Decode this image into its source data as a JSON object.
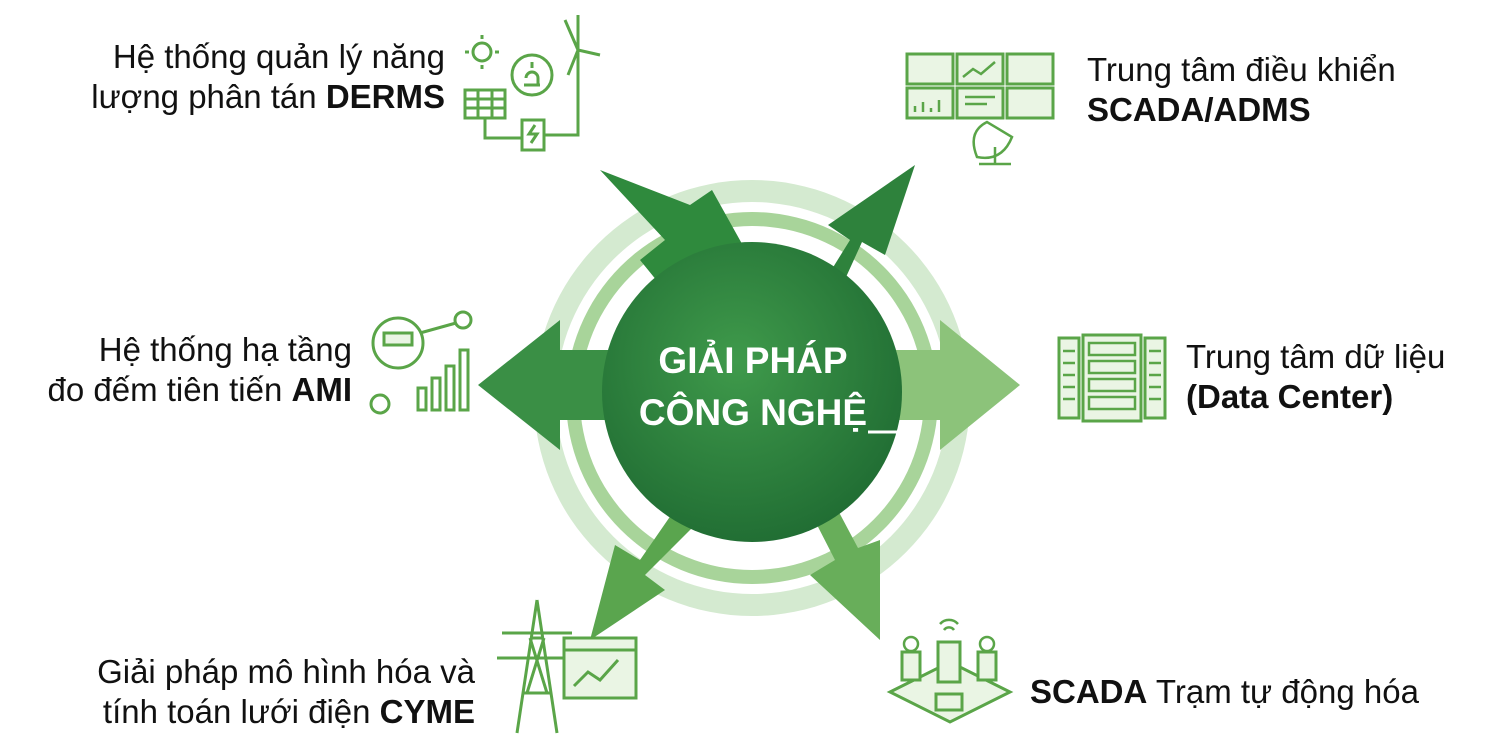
{
  "center": {
    "line1": "GIẢI PHÁP",
    "line2": "CÔNG NGHỆ"
  },
  "items": {
    "derms": {
      "line1": "Hệ thống quản lý năng",
      "line2_pre": "lượng phân tán ",
      "line2_bold": "DERMS",
      "icon": "renewable-energy-icon"
    },
    "scada_adms": {
      "line1": "Trung tâm điều khiển",
      "line2_bold": "SCADA/ADMS",
      "icon": "control-center-dashboard-icon"
    },
    "ami": {
      "line1": "Hệ thống hạ tầng",
      "line2_pre": "đo đếm tiên tiến ",
      "line2_bold": "AMI",
      "icon": "smart-meter-icon"
    },
    "data_center": {
      "line1": "Trung tâm dữ liệu",
      "line2_bold": "(Data Center)",
      "icon": "server-rack-icon"
    },
    "cyme": {
      "line1": "Giải pháp mô hình hóa và",
      "line2_pre": "tính toán lưới điện ",
      "line2_bold": "CYME",
      "icon": "transmission-tower-icon"
    },
    "scada_substation": {
      "bold": "SCADA",
      "rest": " Trạm tự động hóa",
      "icon": "substation-robot-icon"
    }
  },
  "colors": {
    "dark_green": "#2b7a3a",
    "medium_green": "#4a9a4e",
    "light_green": "#8cc37a",
    "ring_green": "#c7e2bd",
    "icon_green": "#5aa548"
  }
}
